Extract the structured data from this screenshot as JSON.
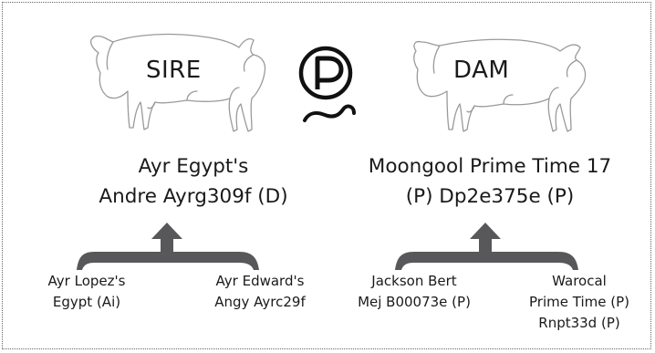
{
  "sire": {
    "label": "SIRE",
    "name_line1": "Ayr Egypt's",
    "name_line2": "Andre Ayrg309f (D)",
    "grandsire": [
      "Ayr Lopez's",
      "Egypt (Ai)"
    ],
    "granddam": [
      "Ayr Edward's",
      "Angy Ayrc29f"
    ]
  },
  "dam": {
    "label": "DAM",
    "name_line1": "Moongool Prime Time 17",
    "name_line2": "(P) Dp2e375e (P)",
    "grandsire": [
      "Jackson Bert",
      "Mej B00073e (P)"
    ],
    "granddam": [
      "Warocal",
      "Prime Time (P)",
      "Rnpt33d (P)"
    ]
  },
  "logo": {
    "letter": "P"
  },
  "colors": {
    "bracket": "#58585a",
    "outline": "#9a9a9a",
    "text": "#1a1a1a"
  },
  "icons": [
    "bull-icon",
    "cow-icon",
    "polled-logo-icon"
  ]
}
